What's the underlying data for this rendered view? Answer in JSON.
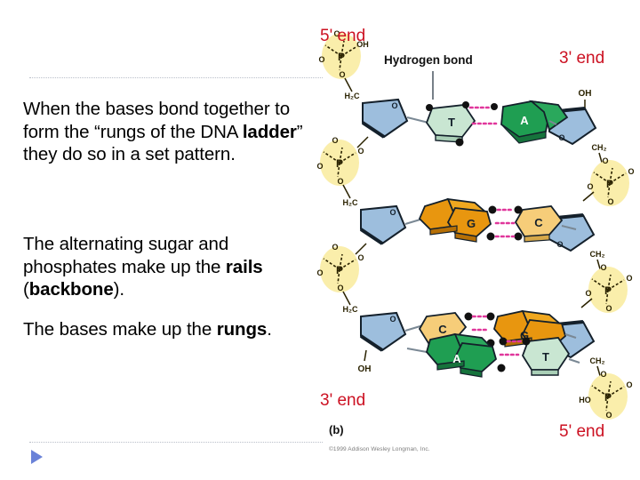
{
  "slide": {
    "background_color": "#ffffff",
    "divider_color": "#b9bfc9"
  },
  "content": {
    "paragraphs": [
      {
        "id": "para1",
        "runs": [
          {
            "text": "When the bases bond together to form the “rungs of the DNA ",
            "bold": false
          },
          {
            "text": "ladder",
            "bold": true
          },
          {
            "text": "” they do so in a set pattern.",
            "bold": false
          }
        ]
      },
      {
        "id": "para2",
        "runs": [
          {
            "text": "The alternating sugar and phosphates make up the ",
            "bold": false
          },
          {
            "text": "rails",
            "bold": true
          },
          {
            "text": " (",
            "bold": false
          },
          {
            "text": "backbone",
            "bold": true
          },
          {
            "text": ").",
            "bold": false
          }
        ]
      },
      {
        "id": "para3",
        "runs": [
          {
            "text": "The bases make up the ",
            "bold": false
          },
          {
            "text": "rungs",
            "bold": true
          },
          {
            "text": ".",
            "bold": false
          }
        ]
      }
    ],
    "next_arrow_color": "#6a82d8"
  },
  "figure": {
    "panel_letter": "(b)",
    "copyright": "©1999 Addison Wesley Longman, Inc.",
    "hydrogen_bond_label": "Hydrogen bond",
    "end_labels": {
      "top_left": "5' end",
      "top_right": "3' end",
      "bottom_left": "3' end",
      "bottom_right": "5' end"
    },
    "end_label_color": "#cc1122",
    "colors": {
      "phosphate_halo": "#faeeab",
      "sugar_fill": "#9dbedd",
      "sugar_stroke": "#14202b",
      "purine_adenine": "#1f9e52",
      "purine_guanine": "#e8960f",
      "pyrimidine_thymine": "#c9e6d2",
      "pyrimidine_cytosine": "#f6cd79",
      "hydrogen_bond_dots": "#e0369b",
      "atom_text": "#2a2200"
    },
    "base_pairs": [
      {
        "row": 1,
        "left_base": "T",
        "left_type": "pyrimidine",
        "right_base": "A",
        "right_type": "purine",
        "hydrogen_bonds": 2
      },
      {
        "row": 2,
        "left_base": "G",
        "left_type": "purine",
        "right_base": "C",
        "right_type": "pyrimidine",
        "hydrogen_bonds": 3
      },
      {
        "row": 3,
        "left_base": "C",
        "left_type": "pyrimidine",
        "right_base": "G",
        "right_type": "purine",
        "hydrogen_bonds": 3
      },
      {
        "row": 4,
        "left_base": "A",
        "left_type": "purine",
        "right_base": "T",
        "right_type": "pyrimidine",
        "hydrogen_bonds": 2
      }
    ],
    "atom_labels": {
      "phosphorus": "P",
      "oxygen": "O",
      "oxygen_anion": "O⁻",
      "hydroxyl": "OH",
      "hydroxyl_left": "HO",
      "methylene": "H₂C",
      "methylene_right": "CH₂",
      "ring_oxygen": "O"
    },
    "left_strand_terminus_top": "OH",
    "left_strand_terminus_bottom": "OH",
    "right_strand_terminus_top": "OH",
    "right_strand_terminus_bottom": "HO"
  }
}
